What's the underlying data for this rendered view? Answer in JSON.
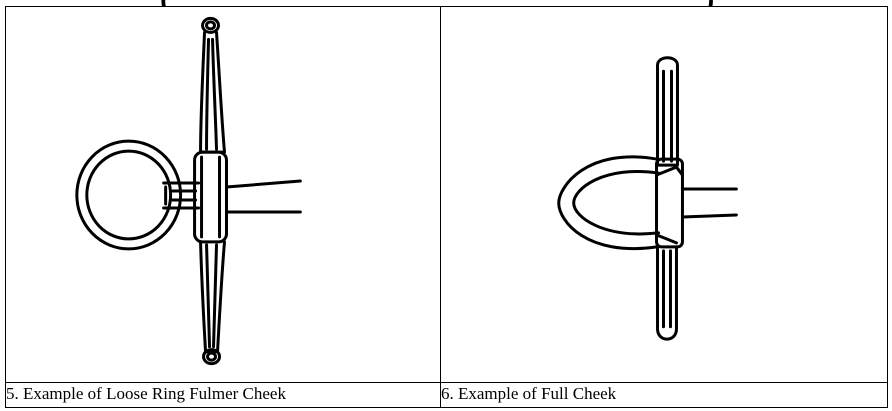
{
  "heading": {
    "open_paren": "(",
    "close_paren": ")"
  },
  "figures": [
    {
      "caption": "5. Example of Loose Ring Fulmer Cheek",
      "image": "loose-ring-fulmer-cheek-drawing"
    },
    {
      "caption": "6. Example of Full Cheek",
      "image": "full-cheek-drawing"
    }
  ]
}
